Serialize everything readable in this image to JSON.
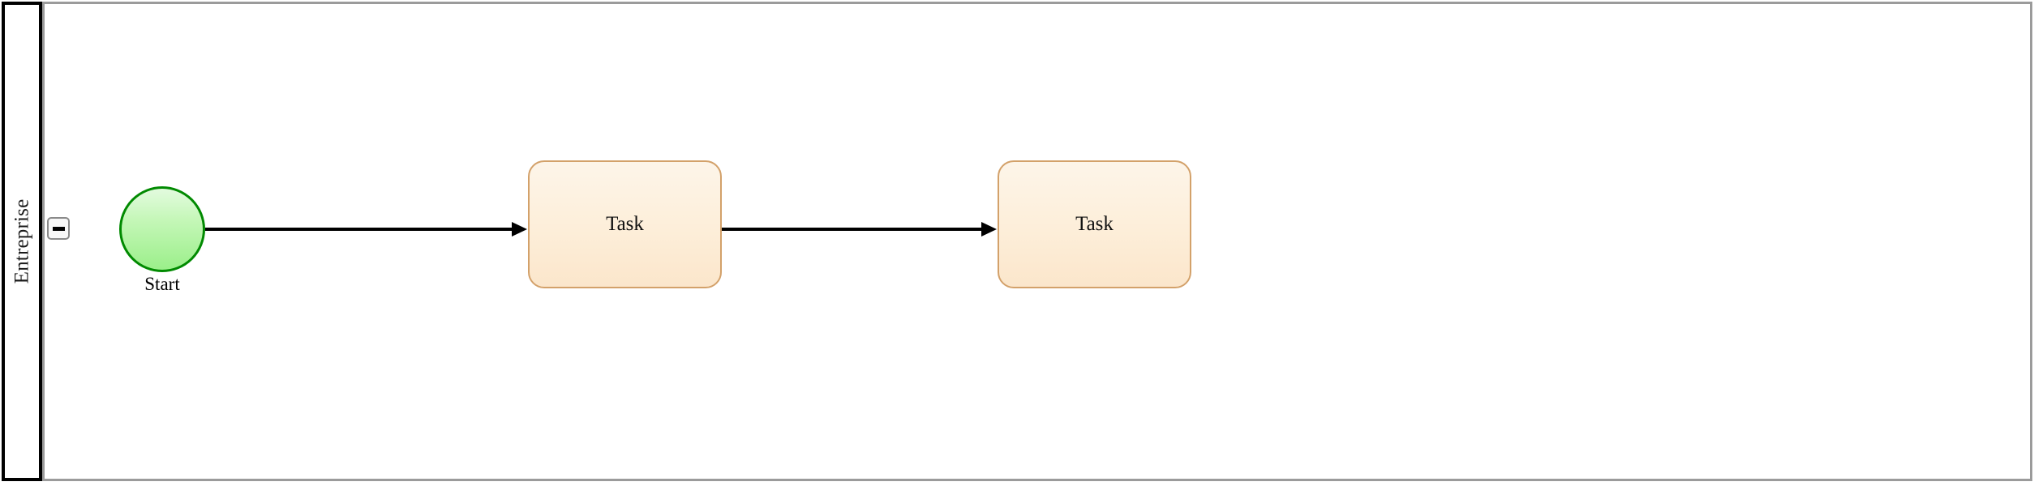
{
  "diagram": {
    "type": "bpmn-process",
    "pool": {
      "name": "Entreprise",
      "collapse_icon": "minus-icon",
      "collapse_state": "expanded"
    },
    "elements": [
      {
        "id": "start-event",
        "kind": "start-event",
        "label": "Start",
        "fill": "#c5f7b8",
        "stroke": "#018a01"
      },
      {
        "id": "task-1",
        "kind": "task",
        "label": "Task",
        "fill": "#fdeed9",
        "stroke": "#d3a16a"
      },
      {
        "id": "task-2",
        "kind": "task",
        "label": "Task",
        "fill": "#fdeed9",
        "stroke": "#d3a16a"
      }
    ],
    "flows": [
      {
        "id": "flow-1",
        "from": "start-event",
        "to": "task-1",
        "stroke": "#000000"
      },
      {
        "id": "flow-2",
        "from": "task-1",
        "to": "task-2",
        "stroke": "#000000"
      }
    ]
  }
}
